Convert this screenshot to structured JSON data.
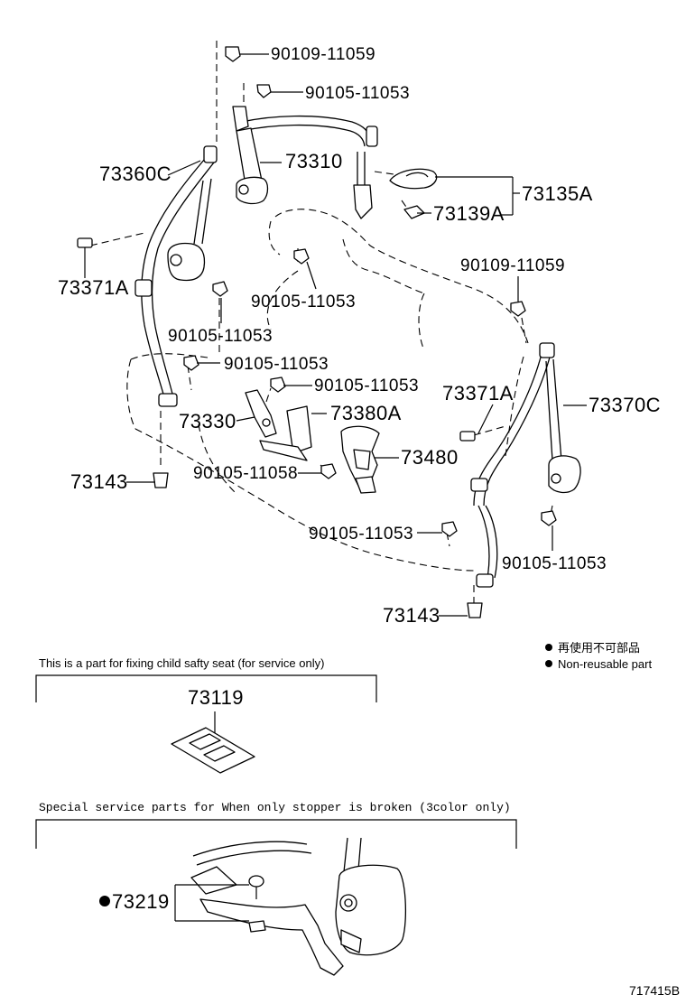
{
  "labels": {
    "p1": "90109-11059",
    "p2": "90105-11053",
    "p3": "73360C",
    "p4": "73310",
    "p5": "73135A",
    "p6": "73139A",
    "p7": "73371A",
    "p8": "90105-11053",
    "p9": "90109-11059",
    "p10": "90105-11053",
    "p11": "90105-11053",
    "p12": "90105-11053",
    "p13": "73371A",
    "p14": "73370C",
    "p15": "73330",
    "p16": "73380A",
    "p17": "73480",
    "p18": "73143",
    "p19": "90105-11058",
    "p20": "90105-11053",
    "p21": "90105-11053",
    "p22": "73143",
    "p23": "73119",
    "p24": "73219"
  },
  "legend": {
    "jp": "再使用不可部品",
    "en": "Non-reusable part"
  },
  "notes": {
    "child_seat": "This is a part for fixing child safty seat (for service only)",
    "stopper": "Special service parts for When only stopper is broken (3color only)"
  },
  "ref_code": "717415B"
}
